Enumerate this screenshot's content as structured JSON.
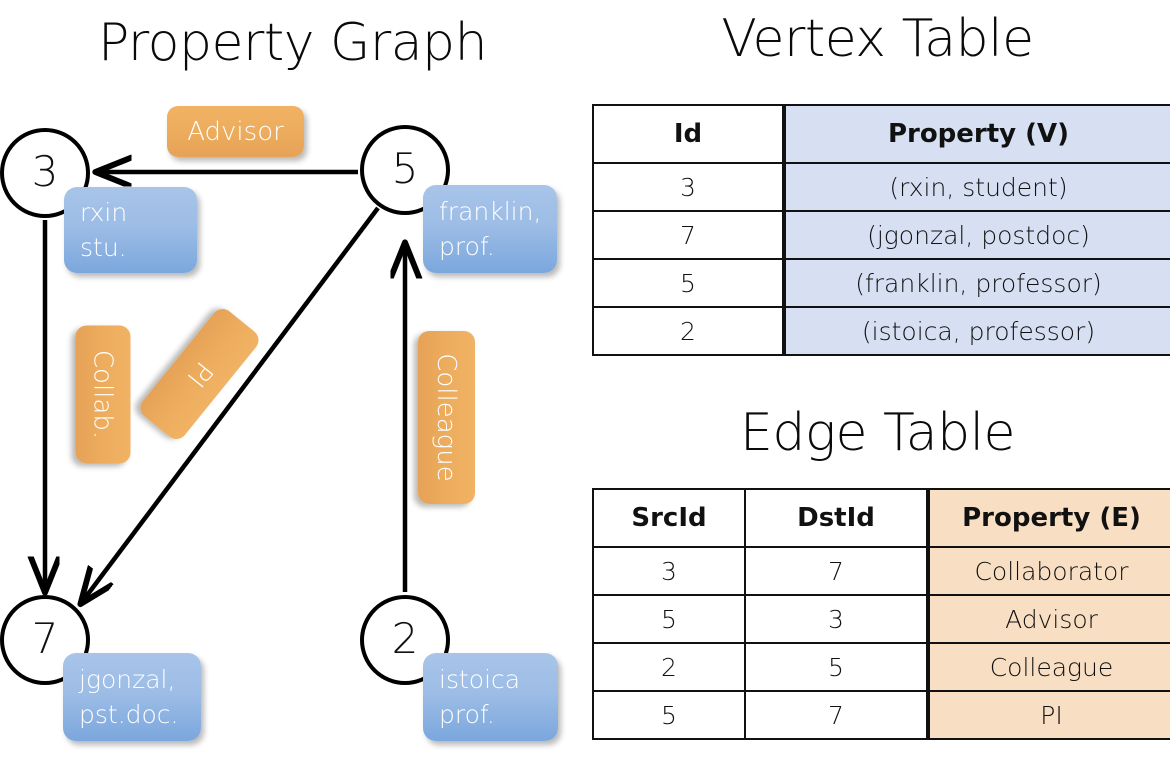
{
  "titles": {
    "property_graph": "Property Graph",
    "vertex_table": "Vertex Table",
    "edge_table": "Edge Table"
  },
  "graph": {
    "vertices": [
      {
        "id": "3",
        "label_line1": "rxin",
        "label_line2": "stu."
      },
      {
        "id": "5",
        "label_line1": "franklin,",
        "label_line2": "prof."
      },
      {
        "id": "7",
        "label_line1": "jgonzal,",
        "label_line2": "pst.doc."
      },
      {
        "id": "2",
        "label_line1": "istoica",
        "label_line2": "prof."
      }
    ],
    "edge_labels": [
      {
        "name": "advisor",
        "text": "Advisor"
      },
      {
        "name": "collab",
        "text": "Collab."
      },
      {
        "name": "pi",
        "text": "PI"
      },
      {
        "name": "colleague",
        "text": "Colleague"
      }
    ],
    "colors": {
      "vertex_box": "#9dbde6",
      "edge_label_box": "#eeae5f",
      "node_stroke": "#000000"
    }
  },
  "vertex_table": {
    "headers": [
      "Id",
      "Property (V)"
    ],
    "rows": [
      [
        "3",
        "(rxin, student)"
      ],
      [
        "7",
        "(jgonzal, postdoc)"
      ],
      [
        "5",
        "(franklin, professor)"
      ],
      [
        "2",
        "(istoica, professor)"
      ]
    ],
    "property_column_color": "#d6e0f2"
  },
  "edge_table": {
    "headers": [
      "SrcId",
      "DstId",
      "Property (E)"
    ],
    "rows": [
      [
        "3",
        "7",
        "Collaborator"
      ],
      [
        "5",
        "3",
        "Advisor"
      ],
      [
        "2",
        "5",
        "Colleague"
      ],
      [
        "5",
        "7",
        "PI"
      ]
    ],
    "property_column_color": "#f8dfc4"
  }
}
